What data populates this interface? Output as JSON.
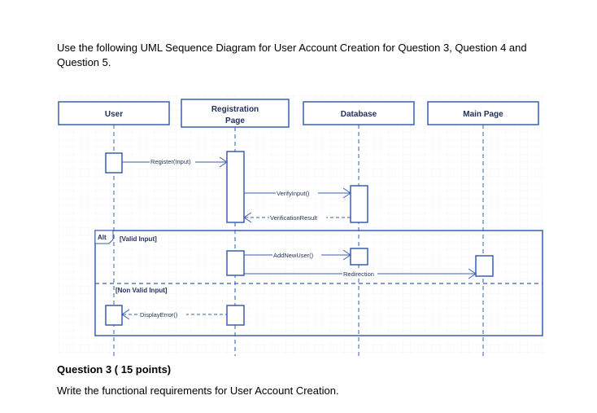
{
  "intro": {
    "line1": "Use the following UML Sequence Diagram for User Account Creation for Question 3, Question 4 and",
    "line2": "Question 5."
  },
  "diagram": {
    "lifelines": [
      {
        "label_lines": [
          "User"
        ]
      },
      {
        "label_lines": [
          "Registration",
          "Page"
        ]
      },
      {
        "label_lines": [
          "Database"
        ]
      },
      {
        "label_lines": [
          "Main Page"
        ]
      }
    ],
    "messages": {
      "register": "Register(Input)",
      "verify": "VerifyInput()",
      "verification_result": "VerificationResult",
      "add_user": "AddNewUser()",
      "redirection": "Redirection",
      "display_error": "DisplayError()"
    },
    "fragment": {
      "operator": "Alt",
      "guard_valid": "[Valid Input]",
      "guard_invalid": "[Non Valid Input]"
    },
    "colors": {
      "box_border": "#3a5fb0",
      "lifeline": "#3a5fb0",
      "grid": "#e6e6e6",
      "text": "#1f2f5a"
    }
  },
  "question": {
    "title": "Question 3 ( 15 points)",
    "body": "Write the functional requirements for User Account Creation."
  }
}
